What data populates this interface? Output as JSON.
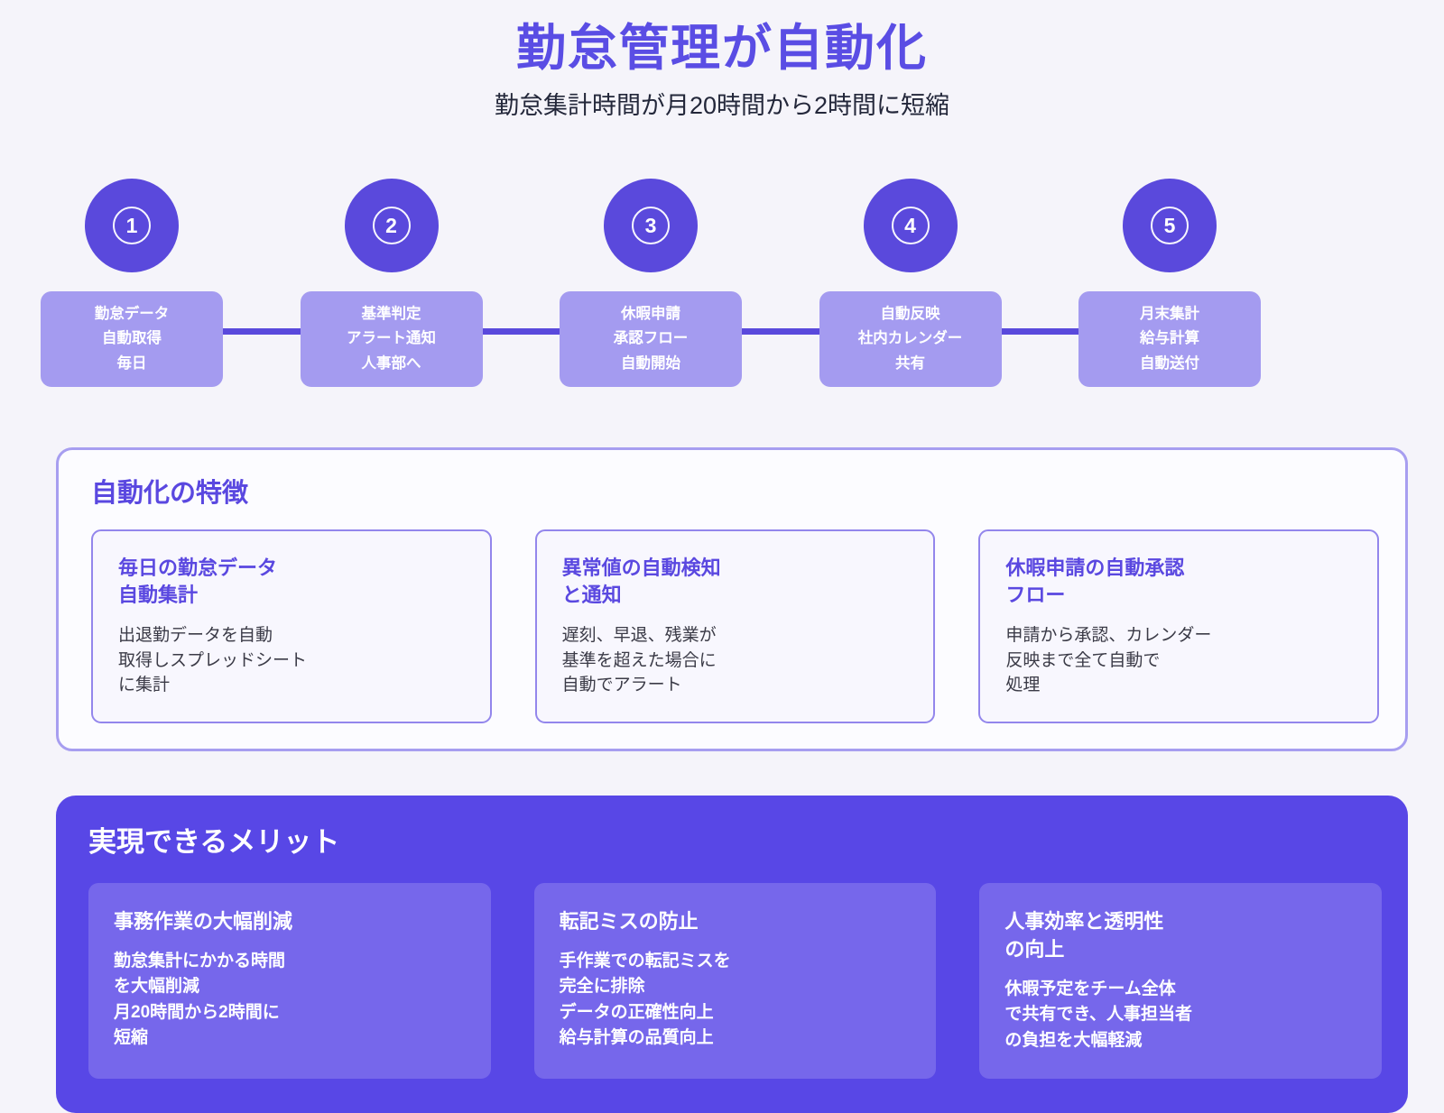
{
  "header": {
    "title": "勤怠管理が自動化",
    "subtitle": "勤怠集計時間が月20時間から2時間に短縮"
  },
  "steps": [
    {
      "number": "1",
      "lines": [
        "勤怠データ",
        "自動取得",
        "毎日"
      ]
    },
    {
      "number": "2",
      "lines": [
        "基準判定",
        "アラート通知",
        "人事部へ"
      ]
    },
    {
      "number": "3",
      "lines": [
        "休暇申請",
        "承認フロー",
        "自動開始"
      ]
    },
    {
      "number": "4",
      "lines": [
        "自動反映",
        "社内カレンダー",
        "共有"
      ]
    },
    {
      "number": "5",
      "lines": [
        "月末集計",
        "給与計算",
        "自動送付"
      ]
    }
  ],
  "features": {
    "title": "自動化の特徴",
    "cards": [
      {
        "title": [
          "毎日の勤怠データ",
          "自動集計"
        ],
        "body": [
          "出退勤データを自動",
          "取得しスプレッドシート",
          "に集計"
        ]
      },
      {
        "title": [
          "異常値の自動検知",
          "と通知"
        ],
        "body": [
          "遅刻、早退、残業が",
          "基準を超えた場合に",
          "自動でアラート"
        ]
      },
      {
        "title": [
          "休暇申請の自動承認",
          "フロー"
        ],
        "body": [
          "申請から承認、カレンダー",
          "反映まで全て自動で",
          "処理"
        ]
      }
    ]
  },
  "benefits": {
    "title": "実現できるメリット",
    "cards": [
      {
        "title": [
          "事務作業の大幅削減"
        ],
        "body": [
          "勤怠集計にかかる時間",
          "を大幅削減",
          "月20時間から2時間に",
          "短縮"
        ]
      },
      {
        "title": [
          "転記ミスの防止"
        ],
        "body": [
          "手作業での転記ミスを",
          "完全に排除",
          "データの正確性向上",
          "給与計算の品質向上"
        ]
      },
      {
        "title": [
          "人事効率と透明性",
          "の向上"
        ],
        "body": [
          "休暇予定をチーム全体",
          "で共有でき、人事担当者",
          "の負担を大幅軽減"
        ]
      }
    ]
  },
  "colors": {
    "accent": "#5a4de4",
    "circle": "#5a49dc",
    "step_box": "#a49bf0",
    "features_border": "#a79ef0",
    "benefits_bg": "#5847e6",
    "benefit_card_bg": "#7667eb",
    "page_bg": "#f5f4fa"
  }
}
